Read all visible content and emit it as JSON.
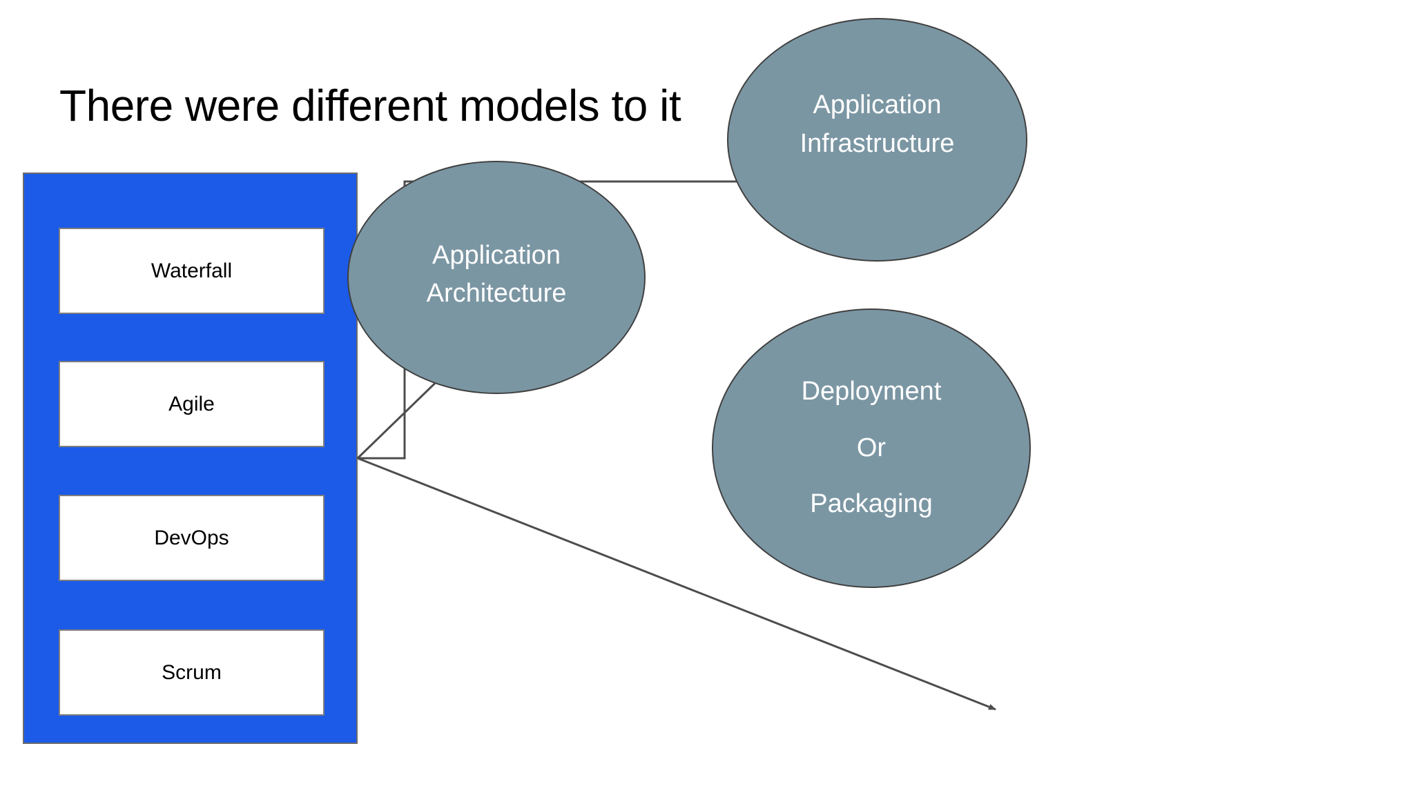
{
  "slide": {
    "title": "There were different models to it",
    "background_color": "#ffffff"
  },
  "models_panel": {
    "name": "software-development-models",
    "fill_color": "#1C5AE8",
    "border_color": "#6b6b6b",
    "items": [
      {
        "label": "Waterfall"
      },
      {
        "label": "Agile"
      },
      {
        "label": "DevOps"
      },
      {
        "label": "Scrum"
      }
    ]
  },
  "nodes": [
    {
      "id": "application-infrastructure",
      "lines": [
        "Application",
        "Infrastructure"
      ],
      "fill_color": "#7B96A3",
      "text_color": "#ffffff",
      "shape": "ellipse"
    },
    {
      "id": "application-architecture",
      "lines": [
        "Application",
        "Architecture"
      ],
      "fill_color": "#7B96A3",
      "text_color": "#ffffff",
      "shape": "ellipse"
    },
    {
      "id": "deployment-or-packaging",
      "lines": [
        "Deployment",
        "Or",
        "Packaging"
      ],
      "fill_color": "#7B96A3",
      "text_color": "#ffffff",
      "shape": "ellipse"
    }
  ],
  "connectors": {
    "line_color": "#4d4d4d",
    "edges": [
      {
        "from": "models-panel",
        "to": "application-infrastructure",
        "style": "elbow",
        "arrow": true
      },
      {
        "from": "models-panel",
        "to": "application-architecture",
        "style": "straight",
        "arrow": true
      },
      {
        "from": "models-panel",
        "to": "deployment-or-packaging",
        "style": "straight",
        "arrow": true
      }
    ]
  }
}
